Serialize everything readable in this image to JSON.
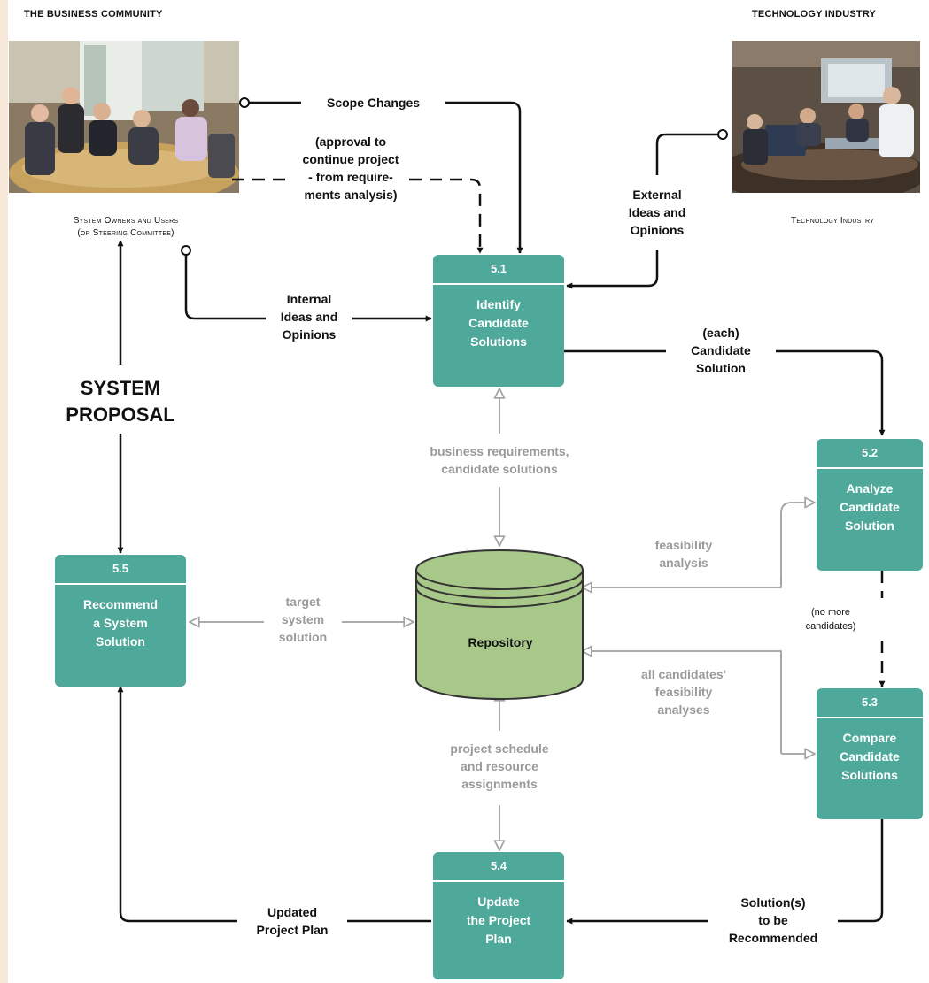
{
  "headers": {
    "business": "THE BUSINESS COMMUNITY",
    "technology": "TECHNOLOGY INDUSTRY"
  },
  "captions": {
    "owners": [
      "System Owners and Users",
      "(or Steering Committee)"
    ],
    "tech": "Technology Industry"
  },
  "processes": {
    "p51": {
      "id": "5.1",
      "name": [
        "Identify",
        "Candidate",
        "Solutions"
      ]
    },
    "p52": {
      "id": "5.2",
      "name": [
        "Analyze",
        "Candidate",
        "Solution"
      ]
    },
    "p53": {
      "id": "5.3",
      "name": [
        "Compare",
        "Candidate",
        "Solutions"
      ]
    },
    "p54": {
      "id": "5.4",
      "name": [
        "Update",
        "the Project",
        "Plan"
      ]
    },
    "p55": {
      "id": "5.5",
      "name": [
        "Recommend",
        "a System",
        "Solution"
      ]
    }
  },
  "repository": "Repository",
  "flows": {
    "scope_changes": [
      "Scope Changes"
    ],
    "approval": [
      "(approval to",
      "continue project",
      "- from require-",
      "ments analysis)"
    ],
    "external": [
      "External",
      "Ideas and",
      "Opinions"
    ],
    "internal": [
      "Internal",
      "Ideas and",
      "Opinions"
    ],
    "candidate": [
      "(each)",
      "Candidate",
      "Solution"
    ],
    "business_req": [
      "business requirements,",
      "candidate solutions"
    ],
    "feasibility": [
      "feasibility",
      "analysis"
    ],
    "no_more": [
      "(no more",
      "candidates)"
    ],
    "all_candidates": [
      "all candidates'",
      "feasibility",
      "analyses"
    ],
    "target": [
      "target",
      "system",
      "solution"
    ],
    "schedule": [
      "project schedule",
      "and resource",
      "assignments"
    ],
    "updated_plan": [
      "Updated",
      "Project Plan"
    ],
    "recommended": [
      "Solution(s)",
      "to be",
      "Recommended"
    ]
  },
  "system_proposal": [
    "SYSTEM",
    "PROPOSAL"
  ],
  "colors": {
    "process_fill": "#4fa99a",
    "repository_fill": "#a8c88a",
    "gray_flow": "#a0a0a0",
    "black_flow": "#111111"
  }
}
